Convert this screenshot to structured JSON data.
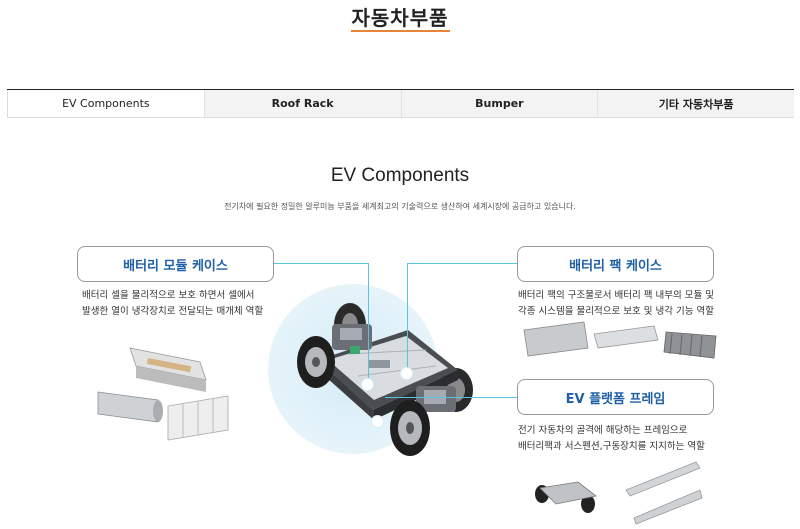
{
  "header": {
    "title": "자동차부품"
  },
  "tabs": [
    {
      "label": "EV Components",
      "active": true
    },
    {
      "label": "Roof Rack",
      "active": false
    },
    {
      "label": "Bumper",
      "active": false
    },
    {
      "label": "기타 자동차부품",
      "active": false
    }
  ],
  "section": {
    "title": "EV Components",
    "subtitle": "전기차에 필요한 정밀한 알루미늄 부품을 세계최고의 기술력으로 생산하여 세계시장에 공급하고 있습니다."
  },
  "components": {
    "module_case": {
      "title": "배터리 모듈 케이스",
      "desc1": "배터리 셀을 물리적으로 보호 하면서 셀에서",
      "desc2": "발생한 열이 냉각장치로 전달되는 매개체 역할"
    },
    "pack_case": {
      "title": "배터리 팩 케이스",
      "desc1": "배터리 팩의 구조물로서 배터리 팩 내부의 모듈 및",
      "desc2": "각종 시스템을 물리적으로 보호 및 냉각 기능 역할"
    },
    "platform_frame": {
      "title": "EV 플랫폼 프레임",
      "desc1": "전기 자동차의 골격에 해당하는 프레임으로",
      "desc2": "배터리팩과 서스펜션,구동장치를 지지하는 역할"
    }
  },
  "colors": {
    "accent": "#e8843a",
    "label_blue": "#1e5fa8",
    "connector": "#5bc2e0"
  }
}
